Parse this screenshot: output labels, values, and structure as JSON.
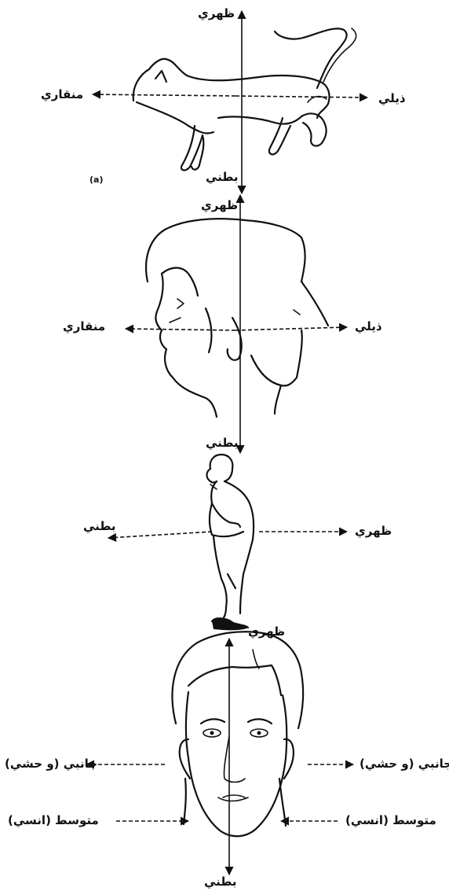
{
  "labels": {
    "dorsal": "ظهري",
    "ventral": "بطني",
    "rostral": "منقاري",
    "caudal": "ذيلي",
    "lateral": "جانبي (و حشي)",
    "medial": "متوسط (انسي)",
    "panel_mark": "(a)"
  },
  "colors": {
    "ink": "#111111",
    "background": "#ffffff"
  }
}
